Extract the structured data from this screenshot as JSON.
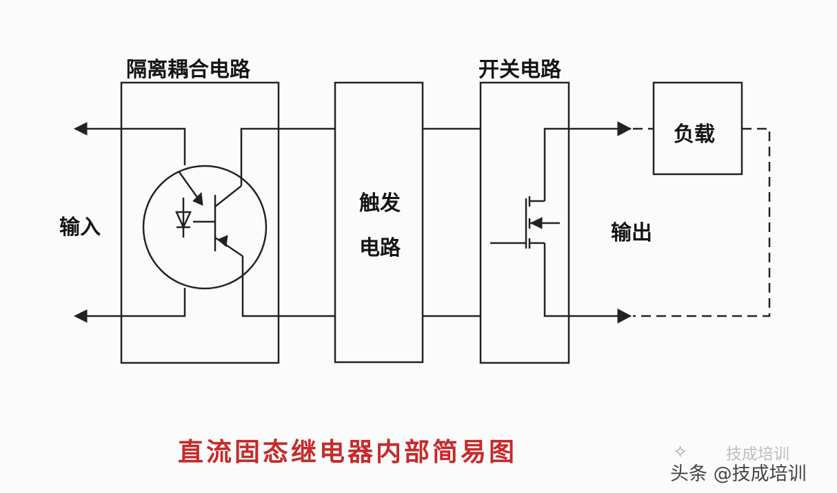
{
  "diagram": {
    "labels": {
      "isolation": "隔离耦合电路",
      "switch": "开关电路",
      "trigger_line1": "触发",
      "trigger_line2": "电路",
      "input": "输入",
      "output": "输出",
      "load": "负载"
    },
    "title": "直流固态继电器内部简易图",
    "colors": {
      "line": "#222222",
      "title": "#c62a2a",
      "background": "#fbfbfb"
    }
  },
  "watermark": {
    "faint": "技成培训",
    "brand": "头条 @技成培训"
  }
}
